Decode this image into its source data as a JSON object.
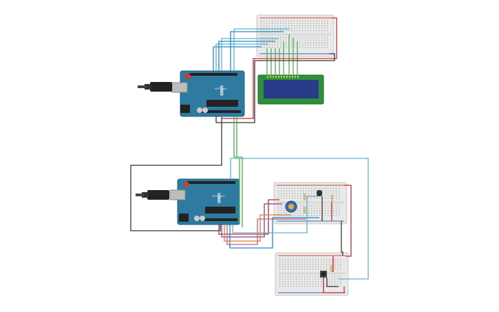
{
  "boards": {
    "top": {
      "label": "UNO",
      "brand": "ARDUINO"
    },
    "bottom": {
      "label": "UNO",
      "brand": "ARDUINO"
    }
  },
  "colors": {
    "arduino": "#2e7aa0",
    "arduino_dark": "#1f5e80",
    "breadboard": "#e8e8e8",
    "breadboard_rail_red": "#d9473b",
    "breadboard_rail_blue": "#3a6bb5",
    "lcd_frame": "#2f8f3a",
    "lcd_screen": "#2a3b8a",
    "wire_blue": "#1e88c8",
    "wire_teal": "#5ab4c8",
    "wire_green": "#4caf50",
    "wire_red": "#c62828",
    "wire_black": "#333333",
    "wire_purple": "#7b3fa0",
    "wire_orange": "#e07b2a",
    "wire_pink": "#c05a8a"
  },
  "components": {
    "lcd": "lcd-16x2",
    "usb_cable_top": "usb-cable",
    "usb_cable_bottom": "usb-cable",
    "potentiometer": "potentiometer",
    "temp_sensor": "temperature-sensor",
    "pushbutton": "pushbutton"
  }
}
